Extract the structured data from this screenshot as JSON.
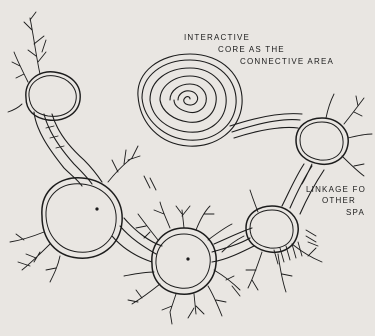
{
  "core_label": {
    "line1": "INTERACTIVE",
    "line2": "CORE AS THE",
    "line3": "CONNECTIVE AREA"
  },
  "linkage_label": {
    "line1": "LINKAGE FO",
    "line2": "OTHER",
    "line3": "SPA"
  },
  "colors": {
    "paper": "#e9e6e2",
    "ink": "#1c1c1c"
  },
  "nodes": [
    {
      "id": "space-top-left",
      "kind": "circle"
    },
    {
      "id": "space-middle-left",
      "kind": "circle"
    },
    {
      "id": "space-bottom-center",
      "kind": "circle"
    },
    {
      "id": "space-bottom-right",
      "kind": "circle"
    },
    {
      "id": "space-right",
      "kind": "circle"
    },
    {
      "id": "interactive-core",
      "kind": "spiral"
    }
  ]
}
